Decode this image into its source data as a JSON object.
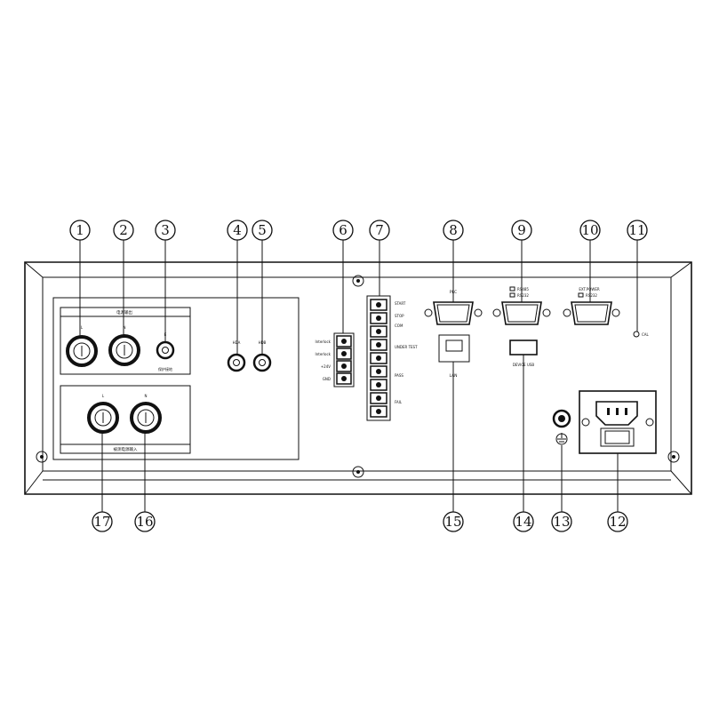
{
  "callouts": [
    {
      "id": "c1",
      "text": "1"
    },
    {
      "id": "c2",
      "text": "2"
    },
    {
      "id": "c3",
      "text": "3"
    },
    {
      "id": "c4",
      "text": "4"
    },
    {
      "id": "c5",
      "text": "5"
    },
    {
      "id": "c6",
      "text": "6"
    },
    {
      "id": "c7",
      "text": "7"
    },
    {
      "id": "c8",
      "text": "8"
    },
    {
      "id": "c9",
      "text": "9"
    },
    {
      "id": "c10",
      "text": "10"
    },
    {
      "id": "c11",
      "text": "11"
    },
    {
      "id": "c12",
      "text": "12"
    },
    {
      "id": "c13",
      "text": "13"
    },
    {
      "id": "c14",
      "text": "14"
    },
    {
      "id": "c15",
      "text": "15"
    },
    {
      "id": "c16",
      "text": "16"
    },
    {
      "id": "c17",
      "text": "17"
    }
  ],
  "labels": {
    "output_title": "电源输出",
    "out_L": "L",
    "out_N": "N",
    "out_E": "E",
    "e_caption": "保护接地",
    "input_title": "被测电源输入",
    "in_L": "L",
    "in_N": "N",
    "term4": "HDA",
    "term5": "HDB",
    "plc": "PLC",
    "lan": "LAN",
    "device_usb": "DEVICE USB",
    "cal": "CAL",
    "rs485": "RS485",
    "rs232_9": "RS232",
    "ext_power": "EXT.POWER",
    "rs232_10": "RS232",
    "interlock1": "Interlock",
    "interlock2": "Interlock",
    "gnd": "GND",
    "p24v": "+24V",
    "start": "START",
    "stop": "STOP",
    "com": "COM",
    "under_test": "UNDER TEST",
    "pass": "PASS",
    "fail": "FAIL"
  }
}
